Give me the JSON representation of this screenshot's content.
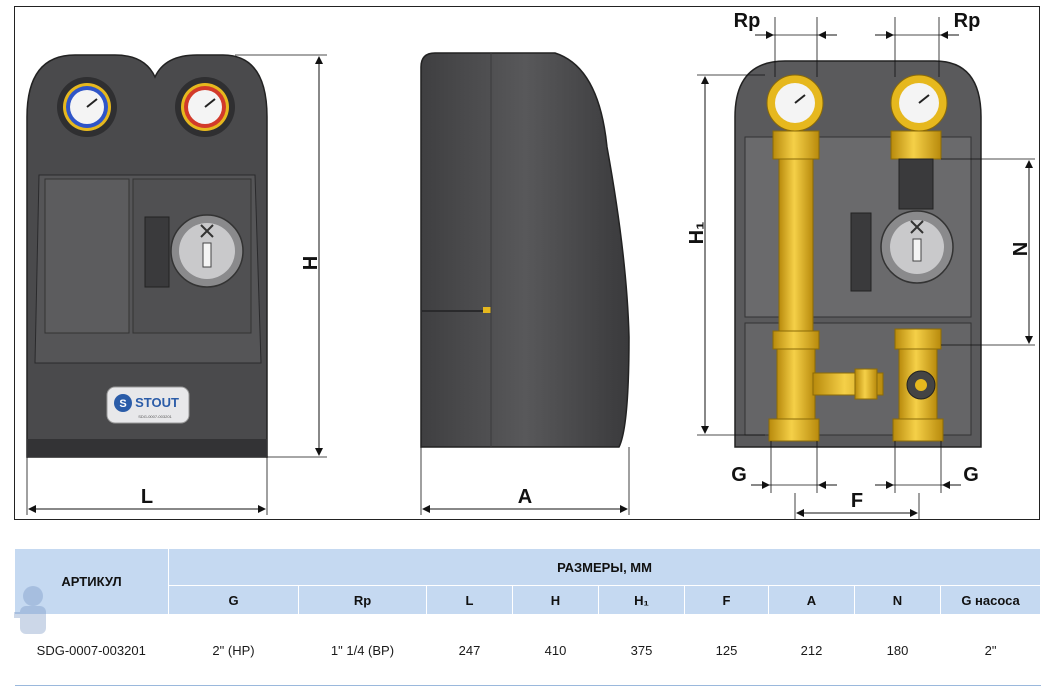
{
  "drawing": {
    "labels": {
      "H": "H",
      "L": "L",
      "A": "A",
      "H1": "H₁",
      "Rp_left": "Rp",
      "Rp_right": "Rp",
      "N": "N",
      "G_left": "G",
      "G_right": "G",
      "F": "F"
    },
    "badge_text": "STOUT",
    "badge_subtext": "SDG-0007-003201",
    "colors": {
      "body": "#4a4a4c",
      "body_dark": "#333335",
      "brass": "#e6b81e",
      "blue_ring": "#2f55c8",
      "red_ring": "#d23a2a"
    }
  },
  "table": {
    "header_article": "АРТИКУЛ",
    "header_group": "РАЗМЕРЫ, ММ",
    "columns": [
      "G",
      "Rp",
      "L",
      "H",
      "H₁",
      "F",
      "A",
      "N",
      "G насоса"
    ],
    "rows": [
      {
        "article": "SDG-0007-003201",
        "values": [
          "2\" (НР)",
          "1\" 1/4  (ВР)",
          "247",
          "410",
          "375",
          "125",
          "212",
          "180",
          "2\""
        ]
      }
    ]
  }
}
